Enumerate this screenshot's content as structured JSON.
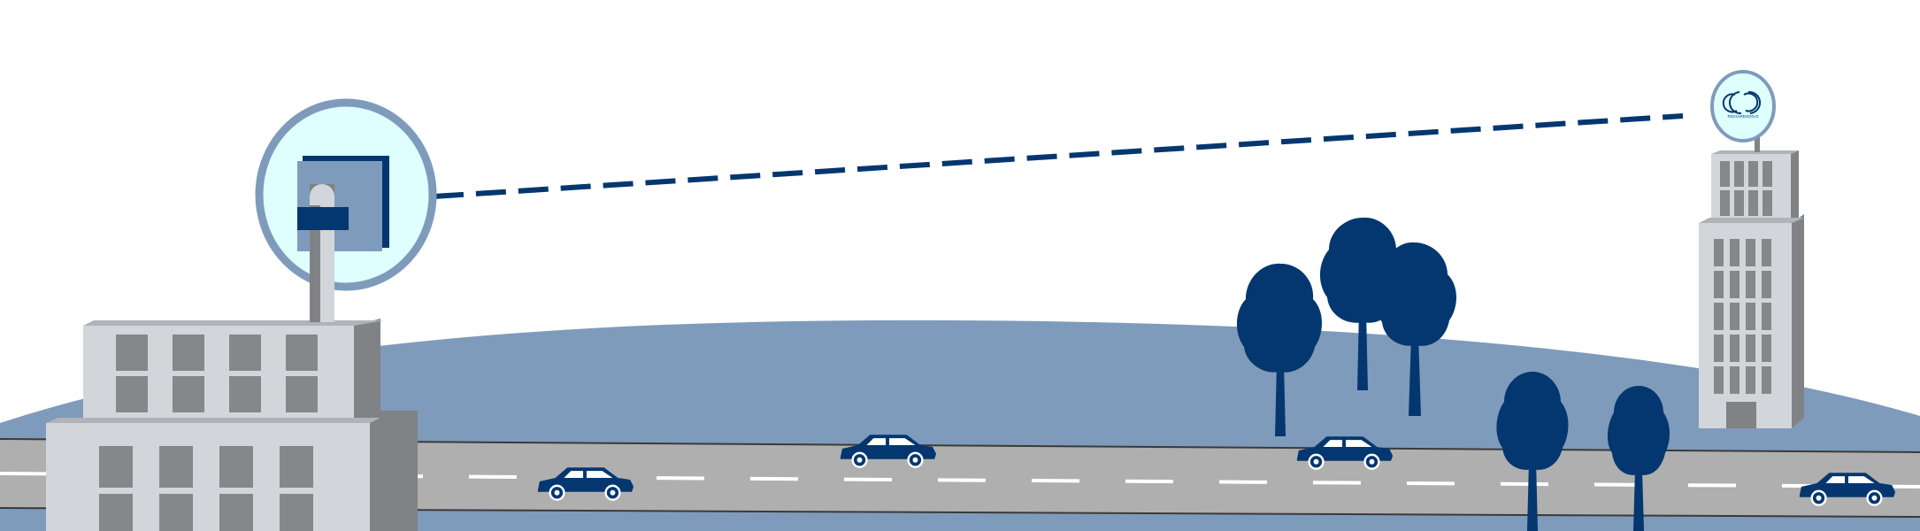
{
  "scene": {
    "tiny_logo_text": "RICHARDSON.G",
    "colors": {
      "navy": "#04376f",
      "hill": "#7f9bbb",
      "road": "#afafaf",
      "road_line": "#3a3a3a",
      "dash": "#ffffff",
      "building_light": "#d2d5d9",
      "building_mid": "#b0b3b8",
      "building_dark": "#808285",
      "window": "#868789",
      "dish_fill": "#dfffff",
      "dish_ring": "#7f9bbb"
    },
    "icons": {
      "left_building": "office-building-icon",
      "right_building": "tower-building-icon",
      "left_dish": "microwave-dish-icon",
      "right_dish": "satellite-dish-icon",
      "car": "car-icon",
      "tree": "tree-icon"
    },
    "elements": {
      "cars": 4,
      "trees": 5,
      "link_style": "dashed"
    }
  }
}
